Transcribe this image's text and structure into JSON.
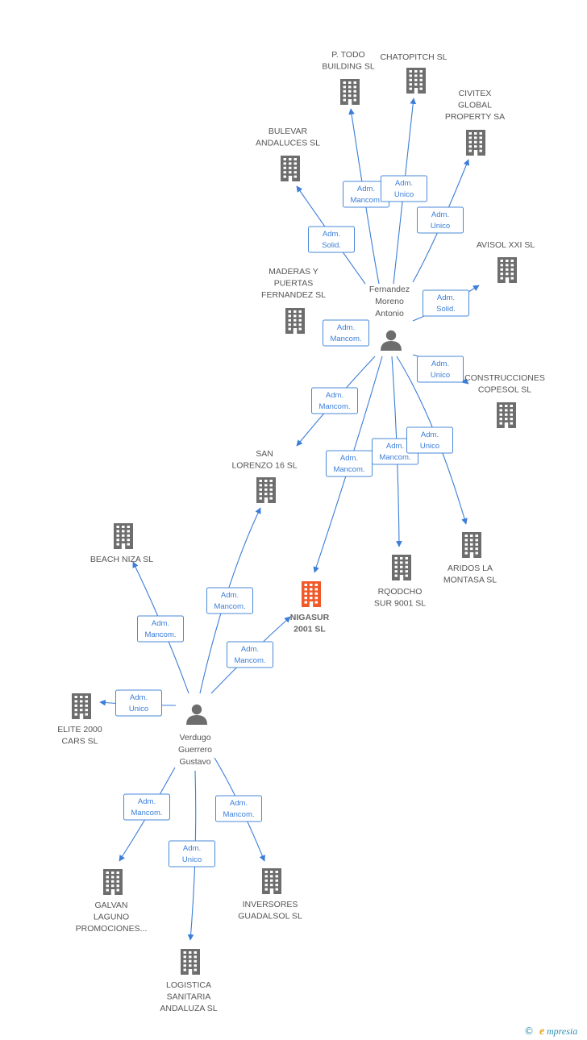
{
  "colors": {
    "edge": "#3b7dd8",
    "company": "#6d6d6d",
    "highlight": "#f05a28",
    "person": "#6d6d6d",
    "label": "#555555"
  },
  "persons": [
    {
      "id": "fernandez",
      "name_lines": [
        "Fernandez",
        "Moreno",
        "Antonio"
      ]
    },
    {
      "id": "verdugo",
      "name_lines": [
        "Verdugo",
        "Guerrero",
        "Gustavo"
      ]
    }
  ],
  "companies": [
    {
      "id": "ptodo",
      "name_lines": [
        "P.  TODO",
        "BUILDING SL"
      ]
    },
    {
      "id": "chatopitch",
      "name_lines": [
        "CHATOPITCH SL"
      ]
    },
    {
      "id": "civitex",
      "name_lines": [
        "CIVITEX",
        "GLOBAL",
        "PROPERTY SA"
      ]
    },
    {
      "id": "bulevar",
      "name_lines": [
        "BULEVAR",
        "ANDALUCES  SL"
      ]
    },
    {
      "id": "avisol",
      "name_lines": [
        "AVISOL XXI SL"
      ]
    },
    {
      "id": "maderas",
      "name_lines": [
        "MADERAS Y",
        "PUERTAS",
        "FERNANDEZ SL"
      ]
    },
    {
      "id": "copesol",
      "name_lines": [
        "CONSTRUCCIONES",
        "COPESOL SL"
      ]
    },
    {
      "id": "sanlorenzo",
      "name_lines": [
        "SAN",
        "LORENZO 16 SL"
      ]
    },
    {
      "id": "beachniza",
      "name_lines": [
        "BEACH NIZA SL"
      ]
    },
    {
      "id": "nigasur",
      "name_lines": [
        "NIGASUR",
        "2001 SL"
      ],
      "highlight": true
    },
    {
      "id": "rqodcho",
      "name_lines": [
        "RQODCHO",
        "SUR 9001 SL"
      ]
    },
    {
      "id": "aridos",
      "name_lines": [
        "ARIDOS LA",
        "MONTASA SL"
      ]
    },
    {
      "id": "elite",
      "name_lines": [
        "ELITE 2000",
        "CARS SL"
      ]
    },
    {
      "id": "galvan",
      "name_lines": [
        "GALVAN",
        "LAGUNO",
        "PROMOCIONES..."
      ]
    },
    {
      "id": "inversores",
      "name_lines": [
        "INVERSORES",
        "GUADALSOL SL"
      ]
    },
    {
      "id": "logistica",
      "name_lines": [
        "LOGISTICA",
        "SANITARIA",
        "ANDALUZA SL"
      ]
    }
  ],
  "relations": [
    {
      "from": "fernandez",
      "to": "ptodo",
      "label_lines": [
        "Adm.",
        "Mancom."
      ]
    },
    {
      "from": "fernandez",
      "to": "chatopitch",
      "label_lines": [
        "Adm.",
        "Unico"
      ]
    },
    {
      "from": "fernandez",
      "to": "civitex",
      "label_lines": [
        "Adm.",
        "Unico"
      ]
    },
    {
      "from": "fernandez",
      "to": "bulevar",
      "label_lines": [
        "Adm.",
        "Solid."
      ]
    },
    {
      "from": "fernandez",
      "to": "avisol",
      "label_lines": [
        "Adm.",
        "Solid."
      ]
    },
    {
      "from": "fernandez",
      "to": "maderas",
      "label_lines": [
        "Adm.",
        "Mancom."
      ]
    },
    {
      "from": "fernandez",
      "to": "copesol",
      "label_lines": [
        "Adm.",
        "Unico"
      ]
    },
    {
      "from": "fernandez",
      "to": "sanlorenzo",
      "label_lines": [
        "Adm.",
        "Mancom."
      ]
    },
    {
      "from": "fernandez",
      "to": "nigasur",
      "label_lines": [
        "Adm.",
        "Mancom."
      ]
    },
    {
      "from": "fernandez",
      "to": "rqodcho",
      "label_lines": [
        "Adm.",
        "Mancom."
      ]
    },
    {
      "from": "fernandez",
      "to": "aridos",
      "label_lines": [
        "Adm.",
        "Unico"
      ]
    },
    {
      "from": "verdugo",
      "to": "sanlorenzo",
      "label_lines": [
        "Adm.",
        "Mancom."
      ]
    },
    {
      "from": "verdugo",
      "to": "beachniza",
      "label_lines": [
        "Adm.",
        "Mancom."
      ]
    },
    {
      "from": "verdugo",
      "to": "nigasur",
      "label_lines": [
        "Adm.",
        "Mancom."
      ]
    },
    {
      "from": "verdugo",
      "to": "elite",
      "label_lines": [
        "Adm.",
        "Unico"
      ]
    },
    {
      "from": "verdugo",
      "to": "galvan",
      "label_lines": [
        "Adm.",
        "Mancom."
      ]
    },
    {
      "from": "verdugo",
      "to": "inversores",
      "label_lines": [
        "Adm.",
        "Mancom."
      ]
    },
    {
      "from": "verdugo",
      "to": "logistica",
      "label_lines": [
        "Adm.",
        "Unico"
      ]
    }
  ],
  "footer": {
    "copyright_symbol": "©",
    "brand_initial": "e",
    "brand_rest": "mpresia"
  }
}
